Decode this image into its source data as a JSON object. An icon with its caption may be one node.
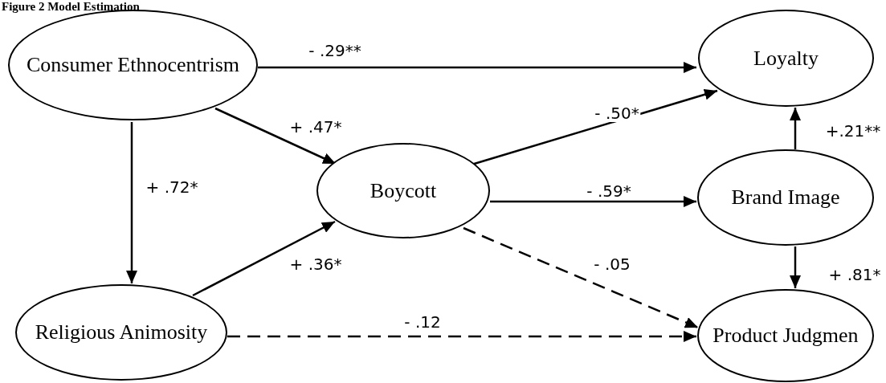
{
  "diagram": {
    "title": "Figure 2 Model Estimation",
    "nodes": [
      {
        "text": [
          "Consumer Ethnocentrism"
        ]
      },
      {
        "text": [
          "Loyalty"
        ]
      },
      {
        "text": [
          "Boycott"
        ]
      },
      {
        "text": [
          "Brand Image"
        ]
      },
      {
        "text": [
          "Religious Animosity"
        ]
      },
      {
        "text": [
          "Product Judgmen"
        ]
      }
    ],
    "edges": [
      {
        "from": 0,
        "to": 1,
        "arrow": "to",
        "label": "- .29**"
      },
      {
        "from": 0,
        "to": 2,
        "arrow": "to",
        "label": "+ .47*"
      },
      {
        "from": 0,
        "to": 4,
        "arrow": "to",
        "label": "+ .72*"
      },
      {
        "from": 4,
        "to": 2,
        "arrow": "to",
        "label": "+ .36*"
      },
      {
        "from": 2,
        "to": 1,
        "arrow": "to",
        "label": "- .50*"
      },
      {
        "from": 2,
        "to": 3,
        "arrow": "to",
        "label": "- .59*"
      },
      {
        "from": 2,
        "to": 5,
        "arrow": "to",
        "label": "- .05",
        "style": "dashed"
      },
      {
        "from": 4,
        "to": 5,
        "arrow": "to",
        "label": "- .12",
        "style": "dashed"
      },
      {
        "from": 3,
        "to": 1,
        "arrow": "to",
        "label": "+.21**"
      },
      {
        "from": 3,
        "to": 5,
        "arrow": "to",
        "label": "+ .81*"
      }
    ]
  }
}
